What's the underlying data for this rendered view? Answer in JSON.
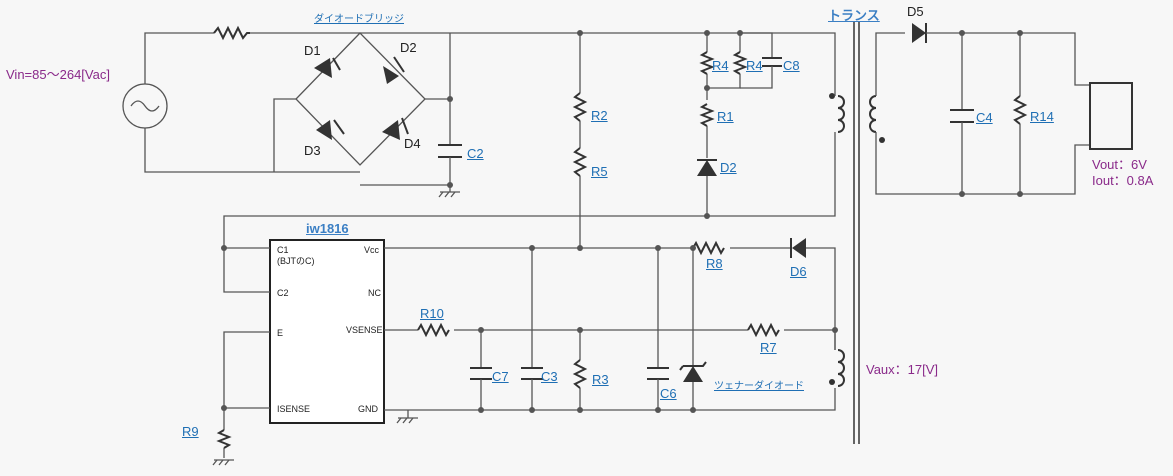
{
  "labels": {
    "vin": "Vin=85～264[Vac]",
    "bridge": "ダイオードブリッジ",
    "transformer": "トランス",
    "ic": "iw1816",
    "vout": "Vout：6V",
    "iout": "Iout：0.8A",
    "vaux": "Vaux：17[V]",
    "zener": "ツェナーダイオード"
  },
  "ic_pins": {
    "c1": "C1",
    "c1_sub": "(BJTのC)",
    "c2": "C2",
    "e": "E",
    "isense": "ISENSE",
    "vcc": "Vcc",
    "nc": "NC",
    "vsense": "VSENSE",
    "gnd": "GND"
  },
  "components": {
    "d1": "D1",
    "d2_bridge": "D2",
    "d3": "D3",
    "d4": "D4",
    "c2": "C2",
    "r2": "R2",
    "r5": "R5",
    "r4a": "R4",
    "r4b": "R4",
    "c8": "C8",
    "r1": "R1",
    "d2": "D2",
    "d5": "D5",
    "c4": "C4",
    "r14": "R14",
    "r8": "R8",
    "d6": "D6",
    "r10": "R10",
    "r7": "R7",
    "c7": "C7",
    "c3": "C3",
    "r3": "R3",
    "c6": "C6",
    "r9": "R9"
  }
}
